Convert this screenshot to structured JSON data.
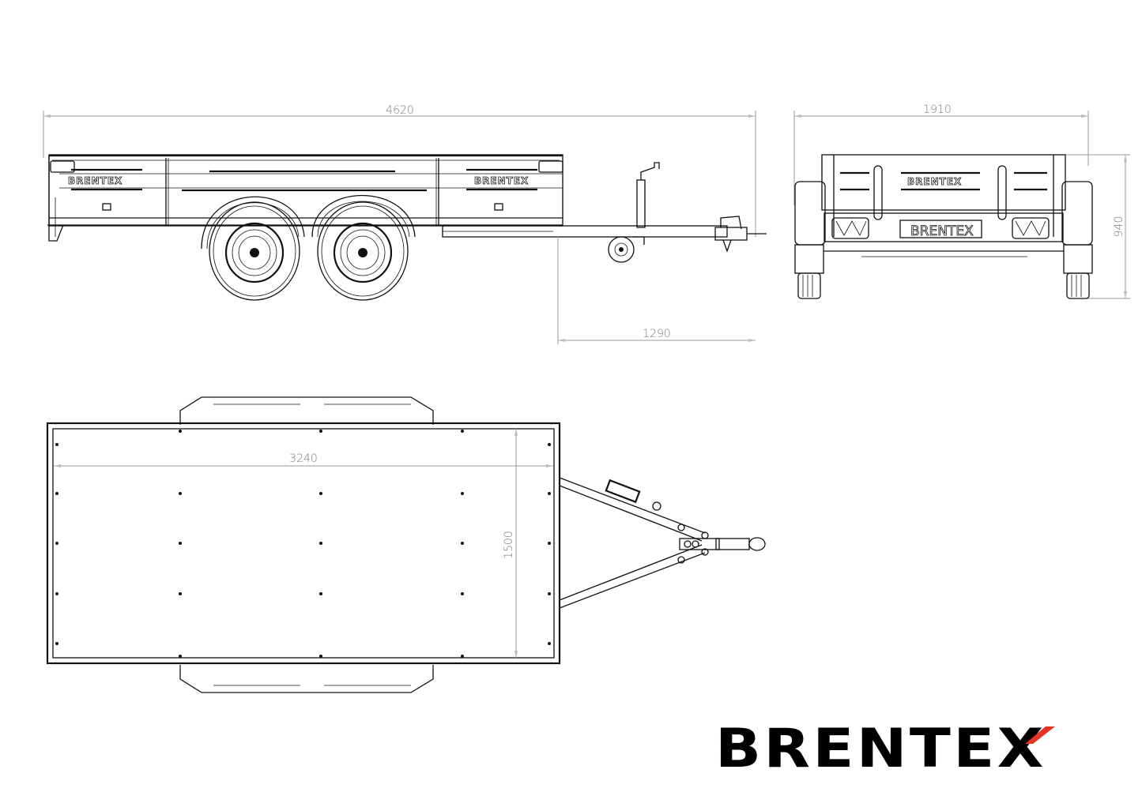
{
  "brand": {
    "name": "BRENTEX",
    "accent_color": "#e63325",
    "text_color": "#000000"
  },
  "side_view": {
    "overall_length_label": "4620",
    "drawbar_length_label": "1290",
    "panel_logo_left": "BRENTEX",
    "panel_logo_right": "BRENTEX"
  },
  "rear_view": {
    "overall_width_label": "1910",
    "height_label": "940",
    "panel_logo": "BRENTEX",
    "plate_text": "BRENTEX"
  },
  "top_view": {
    "bed_length_label": "3240",
    "bed_width_label": "1500"
  },
  "colors": {
    "line": "#111111",
    "dimension": "#9a9a9a",
    "background": "#ffffff"
  }
}
